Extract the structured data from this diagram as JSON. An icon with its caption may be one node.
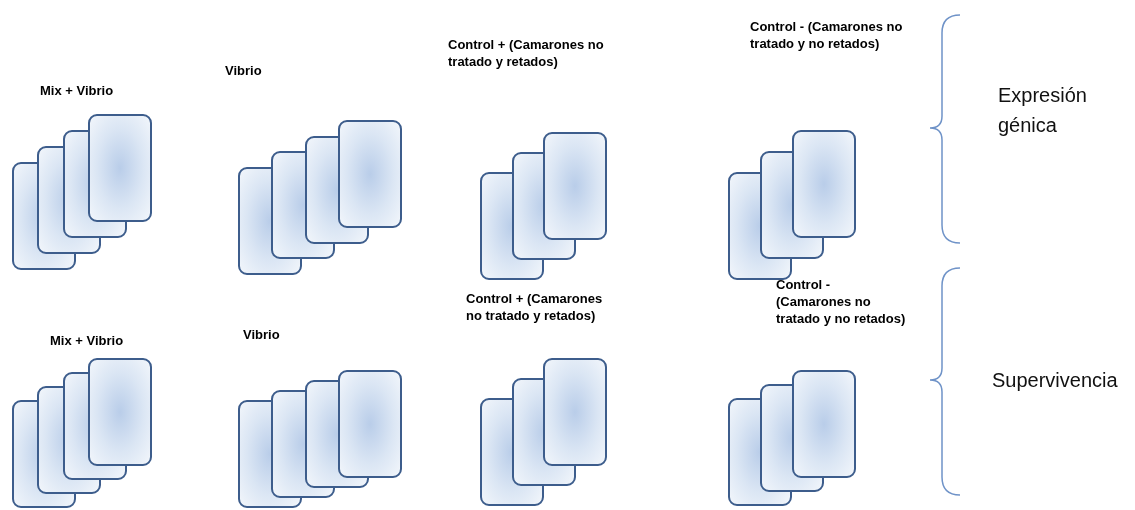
{
  "diagram": {
    "nodes": [
      {
        "text": [
          "Mix + Vibrio"
        ]
      },
      {
        "text": [
          "Vibrio"
        ]
      },
      {
        "text": [
          "Control + (Camarones no tratado y retados)"
        ]
      },
      {
        "text": [
          "Control - (Camarones no tratado y no retados)"
        ]
      },
      {
        "text": [
          "Mix + Vibrio"
        ]
      },
      {
        "text": [
          "Vibrio"
        ]
      },
      {
        "text": [
          "Control + (Camarones no tratado y retados)"
        ]
      },
      {
        "text": [
          "Control - (Camarones no tratado y no retados)"
        ]
      }
    ],
    "labels": [
      "Expresión génica",
      "Supervivencia"
    ]
  }
}
